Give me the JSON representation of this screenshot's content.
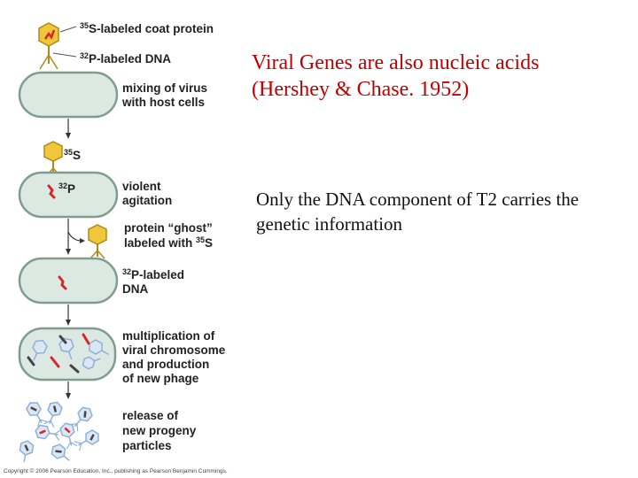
{
  "slide": {
    "title_line1": "Viral Genes are also nucleic acids",
    "title_line2": "(Hershey & Chase. 1952)",
    "body": "Only the DNA component of T2 carries the genetic information"
  },
  "diagram": {
    "labels": {
      "coat_protein": {
        "iso": "35",
        "text": "S-labeled coat protein"
      },
      "dna": {
        "iso": "32",
        "text": "P-labeled DNA"
      },
      "mixing_1": "mixing of virus",
      "mixing_2": "with host cells",
      "s35": {
        "iso": "35",
        "text": "S"
      },
      "p32": {
        "iso": "32",
        "text": "P"
      },
      "violent_1": "violent",
      "violent_2": "agitation",
      "ghost_1": "protein “ghost”",
      "ghost_2": "labeled with ",
      "ghost_iso": "35",
      "ghost_el": "S",
      "labeled_dna_1": {
        "iso": "32",
        "text": "P-labeled"
      },
      "labeled_dna_2": "DNA",
      "mult_1": "multiplication of",
      "mult_2": "viral chromosome",
      "mult_3": "and production",
      "mult_4": "of new phage",
      "release_1": "release of",
      "release_2": "new progeny",
      "release_3": "particles"
    },
    "copyright": "Copyright © 2006 Pearson Education, Inc., publishing as Pearson Benjamin Cummings.",
    "colors": {
      "phage_head": "#f0c63a",
      "cell_fill": "#dce9e3",
      "cell_stroke": "#7f9c8c",
      "dna_red": "#d62828",
      "dna_dark": "#444444",
      "progeny_blue": "#8fb0d6",
      "arrow": "#333333"
    }
  }
}
